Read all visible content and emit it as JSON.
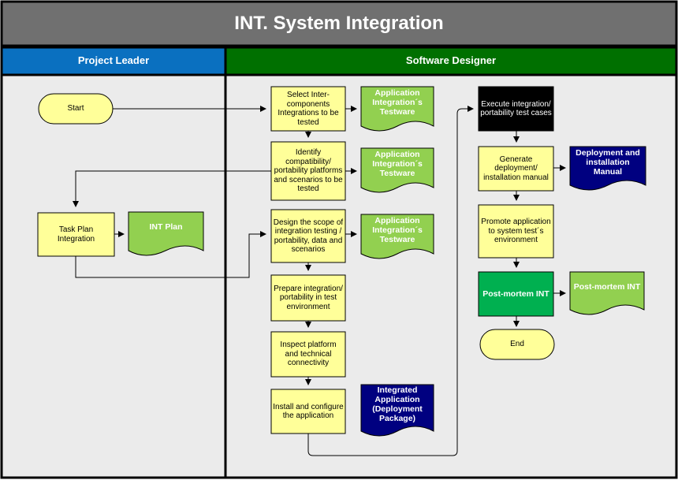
{
  "title": "INT. System Integration",
  "lanes": {
    "project_leader": "Project Leader",
    "software_designer": "Software Designer"
  },
  "nodes": {
    "start": "Start",
    "task_plan": "Task Plan Integration",
    "int_plan": "INT Plan",
    "select_components": "Select Inter-components Integrations to be tested",
    "testware_1": "Application Integration´s Testware",
    "identify": "Identify compatibility/ portability platforms and scenarios to be tested",
    "testware_2": "Application Integration´s Testware",
    "design_scope": "Design the scope of integration testing / portability, data and scenarios",
    "testware_3": "Application Integration´s Testware",
    "prepare": "Prepare integration/ portability in test environment",
    "inspect": "Inspect platform and technical connectivity",
    "install": "Install and configure the application",
    "integrated_app": "Integrated Application (Deployment Package)",
    "execute": "Execute integration/ portability test cases",
    "generate": "Generate deployment/ installation manual",
    "deploy_manual": "Deployment and installation Manual",
    "promote": "Promote application to system test´s environment",
    "postmortem": "Post-mortem INT",
    "postmortem_doc": "Post-mortem INT",
    "end": "End"
  },
  "colors": {
    "title_bar": "#707070",
    "lane_leader": "#0a70c0",
    "lane_designer": "#007000",
    "lane_body": "#ebebeb",
    "process": "#ffff99",
    "terminator": "#ffff99",
    "doc_green": "#92d050",
    "doc_navy": "#000080",
    "execute": "#000000",
    "postmortem": "#00b050"
  }
}
